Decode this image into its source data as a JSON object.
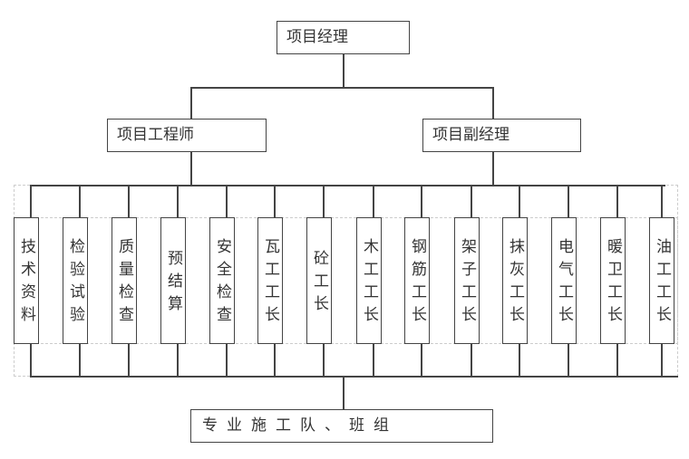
{
  "top": {
    "label": "项目经理"
  },
  "second": [
    {
      "label": "项目工程师"
    },
    {
      "label": "项目副经理"
    }
  ],
  "departments": [
    {
      "label": "技术资料"
    },
    {
      "label": "检验试验"
    },
    {
      "label": "质量检查"
    },
    {
      "label": "预结算"
    },
    {
      "label": "安全检查"
    },
    {
      "label": "瓦工工长"
    },
    {
      "label": "砼工长"
    },
    {
      "label": "木工工长"
    },
    {
      "label": "钢筋工长"
    },
    {
      "label": "架子工长"
    },
    {
      "label": "抹灰工长"
    },
    {
      "label": "电气工长"
    },
    {
      "label": "暖卫工长"
    },
    {
      "label": "油工工长"
    }
  ],
  "bottom": {
    "label": "专业施工队、班组"
  }
}
